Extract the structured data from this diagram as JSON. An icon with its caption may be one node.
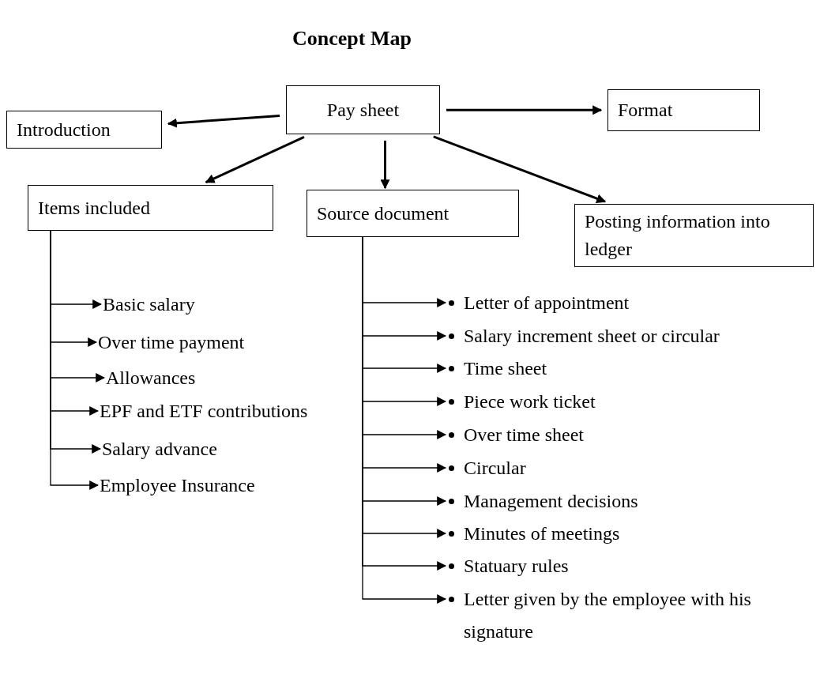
{
  "diagram": {
    "title": "Concept Map",
    "nodes": [
      {
        "text": [
          "Pay sheet"
        ]
      },
      {
        "text": [
          "Format"
        ]
      },
      {
        "text": [
          "Introduction"
        ]
      },
      {
        "text": [
          "Items included"
        ]
      },
      {
        "text": [
          "Source document"
        ]
      },
      {
        "text": [
          "Posting information into ledger"
        ]
      },
      {
        "text": [
          "Basic salary"
        ]
      },
      {
        "text": [
          "Over time payment"
        ]
      },
      {
        "text": [
          "Allowances"
        ]
      },
      {
        "text": [
          "EPF and ETF contributions"
        ]
      },
      {
        "text": [
          "Salary advance"
        ]
      },
      {
        "text": [
          "Employee Insurance"
        ]
      },
      {
        "text": [
          "Letter of appointment"
        ]
      },
      {
        "text": [
          "Salary increment sheet or circular"
        ]
      },
      {
        "text": [
          "Time sheet"
        ]
      },
      {
        "text": [
          "Piece work ticket"
        ]
      },
      {
        "text": [
          "Over time sheet"
        ]
      },
      {
        "text": [
          "Circular"
        ]
      },
      {
        "text": [
          "Management decisions"
        ]
      },
      {
        "text": [
          "Minutes of meetings"
        ]
      },
      {
        "text": [
          "Statuary rules"
        ]
      },
      {
        "text": [
          "Letter given by the employee with his signature"
        ]
      }
    ],
    "edges": [
      {
        "from": 0,
        "to": 1,
        "arrow": "to",
        "style": "thick"
      },
      {
        "from": 0,
        "to": 2,
        "arrow": "to",
        "style": "thick"
      },
      {
        "from": 0,
        "to": 3,
        "arrow": "to",
        "style": "thick"
      },
      {
        "from": 0,
        "to": 4,
        "arrow": "to",
        "style": "thick"
      },
      {
        "from": 0,
        "to": 5,
        "arrow": "to",
        "style": "thick"
      },
      {
        "from": 3,
        "to": 6,
        "arrow": "to"
      },
      {
        "from": 3,
        "to": 7,
        "arrow": "to"
      },
      {
        "from": 3,
        "to": 8,
        "arrow": "to"
      },
      {
        "from": 3,
        "to": 9,
        "arrow": "to"
      },
      {
        "from": 3,
        "to": 10,
        "arrow": "to"
      },
      {
        "from": 3,
        "to": 11,
        "arrow": "to"
      },
      {
        "from": 4,
        "to": 12,
        "arrow": "to"
      },
      {
        "from": 4,
        "to": 13,
        "arrow": "to"
      },
      {
        "from": 4,
        "to": 14,
        "arrow": "to"
      },
      {
        "from": 4,
        "to": 15,
        "arrow": "to"
      },
      {
        "from": 4,
        "to": 16,
        "arrow": "to"
      },
      {
        "from": 4,
        "to": 17,
        "arrow": "to"
      },
      {
        "from": 4,
        "to": 18,
        "arrow": "to"
      },
      {
        "from": 4,
        "to": 19,
        "arrow": "to"
      },
      {
        "from": 4,
        "to": 20,
        "arrow": "to"
      },
      {
        "from": 4,
        "to": 21,
        "arrow": "to"
      }
    ]
  }
}
